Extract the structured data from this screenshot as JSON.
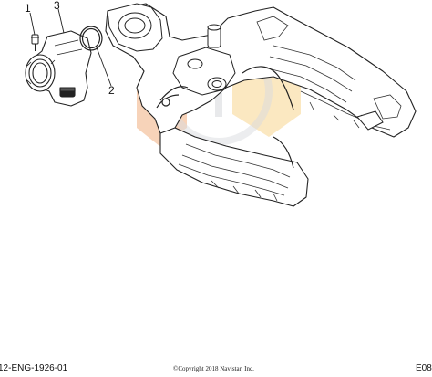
{
  "callouts": {
    "c1": "1",
    "c2": "2",
    "c3": "3"
  },
  "footer": {
    "drawing_id": "12-ENG-1926-01",
    "copyright": "©Copyright 2018 Navistar, Inc.",
    "sheet_code": "E08"
  },
  "colors": {
    "line": "#222222",
    "watermark_gold": "#f2b233",
    "watermark_orange": "#e77a2a",
    "watermark_gray": "#b9bdc3"
  }
}
